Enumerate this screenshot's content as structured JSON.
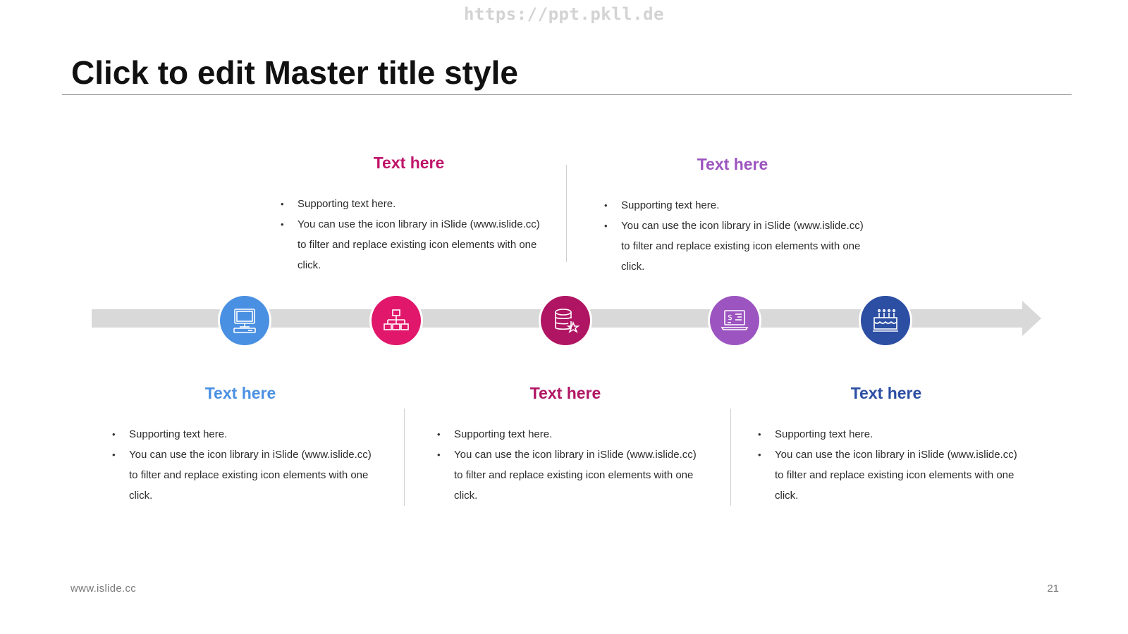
{
  "watermark": "https://ppt.pkll.de",
  "title": "Click to edit Master title style",
  "footer": {
    "website": "www.islide.cc",
    "page_number": "21"
  },
  "colors": {
    "blue": "#4a90e2",
    "magenta": "#e0176a",
    "crimson": "#b01563",
    "violet": "#9c54c0",
    "navy": "#2c4ea3",
    "bar": "#d9d9d9"
  },
  "nodes": [
    {
      "icon": "computer-icon",
      "color": "#4a90e2"
    },
    {
      "icon": "org-chart-icon",
      "color": "#e0176a"
    },
    {
      "icon": "database-star-icon",
      "color": "#b01563"
    },
    {
      "icon": "laptop-dollar-icon",
      "color": "#9c54c0"
    },
    {
      "icon": "birthday-cake-icon",
      "color": "#2c4ea3"
    }
  ],
  "blocks": [
    {
      "heading": "Text here",
      "bullets": [
        "Supporting text here.",
        "You can use the icon library in iSlide (www.islide.cc) to filter and replace existing icon elements with one click."
      ]
    },
    {
      "heading": "Text here",
      "bullets": [
        "Supporting text here.",
        "You can use the icon library in iSlide (www.islide.cc) to filter and replace existing icon elements with one click."
      ]
    },
    {
      "heading": "Text here",
      "bullets": [
        "Supporting text here.",
        "You can use the icon library in iSlide (www.islide.cc) to filter and replace existing icon elements with one click."
      ]
    },
    {
      "heading": "Text here",
      "bullets": [
        "Supporting text here.",
        "You can use the icon library in iSlide (www.islide.cc) to filter and replace existing icon elements with one click."
      ]
    },
    {
      "heading": "Text here",
      "bullets": [
        "Supporting text here.",
        "You can use the icon library in iSlide (www.islide.cc) to filter and replace existing icon elements with one click."
      ]
    }
  ]
}
